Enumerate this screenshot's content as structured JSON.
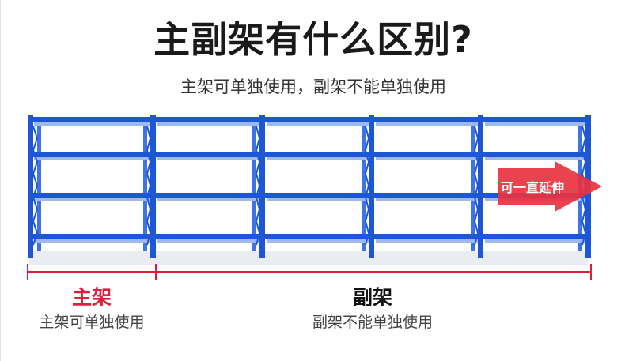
{
  "header": {
    "title": "主副架有什么区别?",
    "subtitle": "主架可单独使用，副架不能单独使用"
  },
  "arrow": {
    "label": "可一直延伸"
  },
  "legend": {
    "main_label": "主架",
    "main_desc": "主架可单独使用",
    "aux_label": "副架",
    "aux_desc": "副架不能单独使用"
  },
  "colors": {
    "rack_blue": "#1d57d6",
    "accent_red": "#e01e3c",
    "arrow_red": "#e8323f"
  },
  "icons": {
    "arrow": "right-arrow-icon"
  }
}
